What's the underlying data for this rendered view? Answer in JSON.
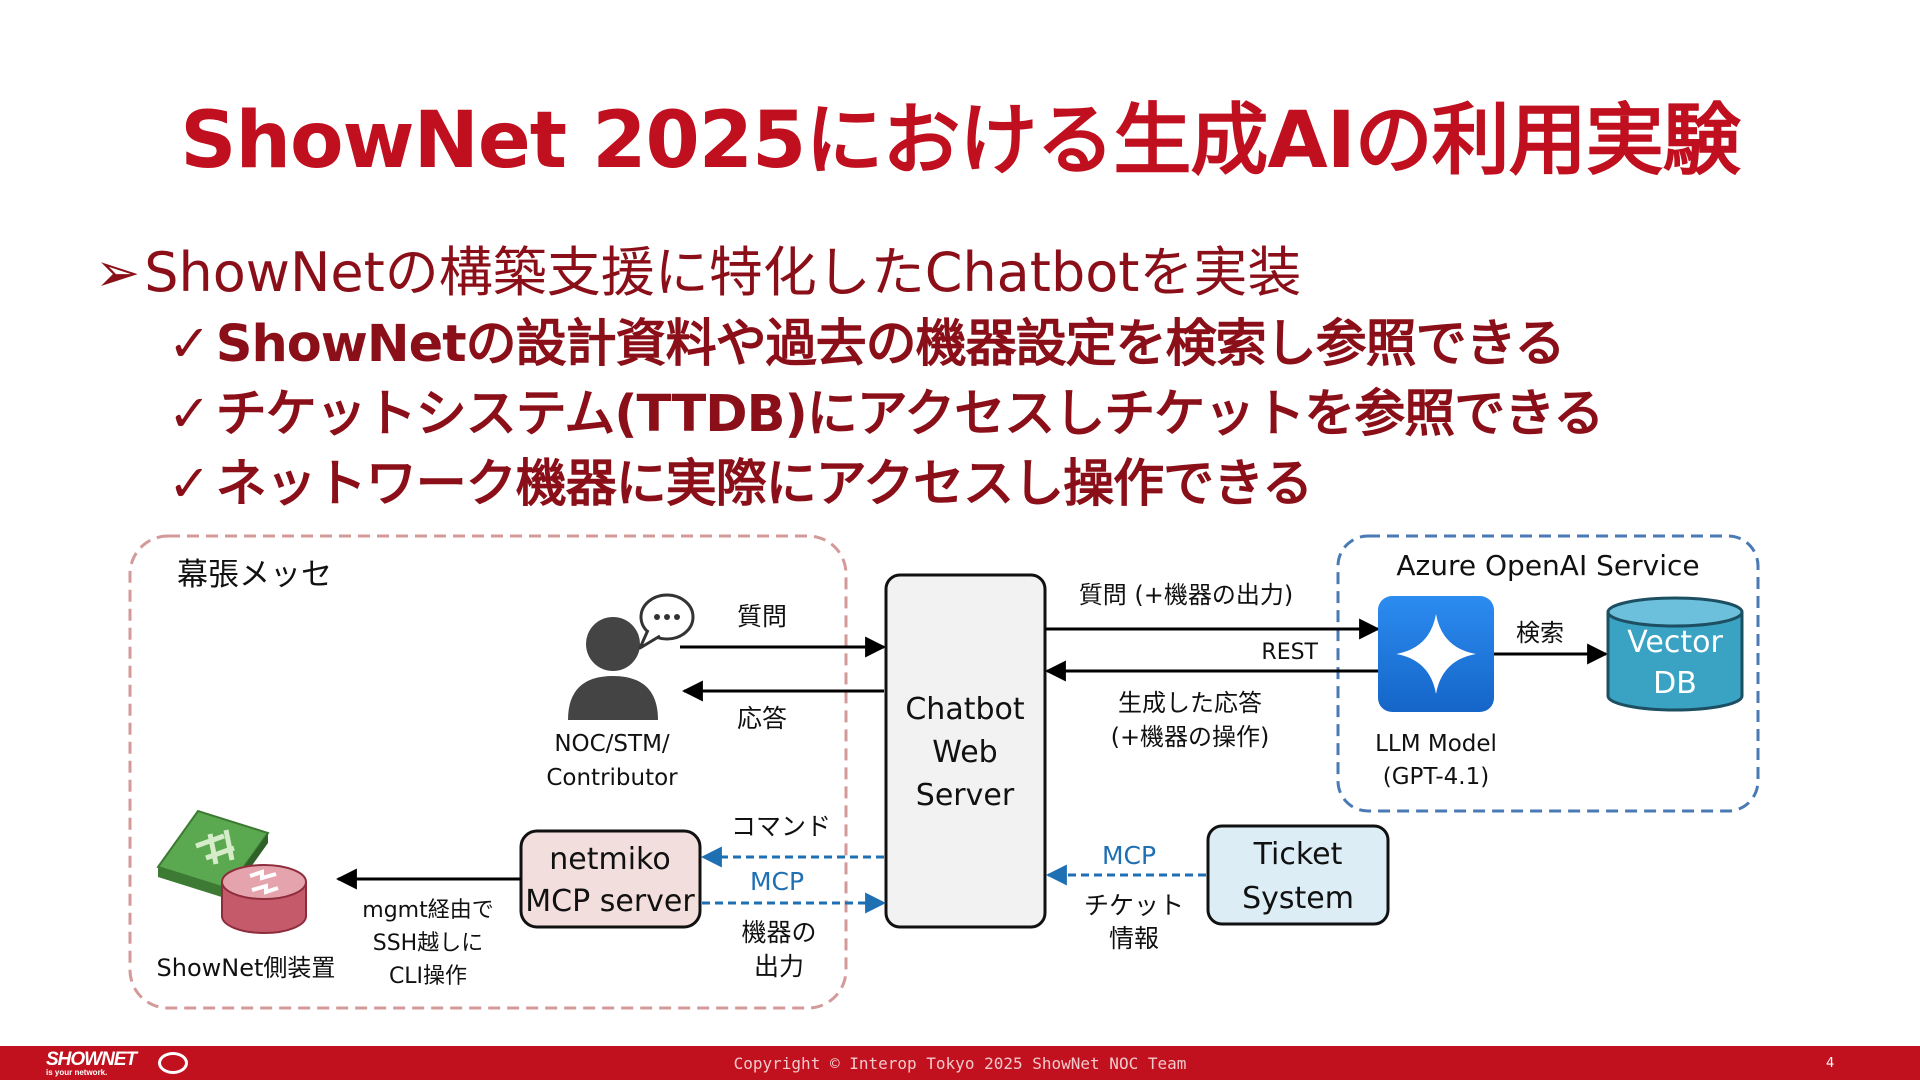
{
  "title": "ShowNet 2025における生成AIの利用実験",
  "bullet": "ShowNetの構築支援に特化したChatbotを実装",
  "bullet_marker": "➢",
  "check_marker": "✓",
  "subpoints": [
    "ShowNetの設計資料や過去の機器設定を検索し参照できる",
    "チケットシステム(TTDB)にアクセスしチケットを参照できる",
    "ネットワーク機器に実際にアクセスし操作できる"
  ],
  "diagram": {
    "makuhari_label": "幕張メッセ",
    "azure_label": "Azure OpenAI Service",
    "user_label_1": "NOC/STM/",
    "user_label_2": "Contributor",
    "question": "質問",
    "answer": "応答",
    "chatbot_lines": [
      "Chatbot",
      "Web",
      "Server"
    ],
    "to_llm_1": "質問 (+機器の出力)",
    "to_llm_2": "REST",
    "from_llm_1": "生成した応答",
    "from_llm_2": "(+機器の操作)",
    "llm_label_1": "LLM Model",
    "llm_label_2": "(GPT-4.1)",
    "search": "検索",
    "vector_db_1": "Vector",
    "vector_db_2": "DB",
    "command": "コマンド",
    "mcp_left": "MCP",
    "device_output_1": "機器の",
    "device_output_2": "出力",
    "netmiko_1": "netmiko",
    "netmiko_2": "MCP server",
    "mgmt_1": "mgmt経由で",
    "mgmt_2": "SSH越しに",
    "mgmt_3": "CLI操作",
    "device_label": "ShowNet側装置",
    "mcp_right": "MCP",
    "ticket_info_1": "チケット",
    "ticket_info_2": "情報",
    "ticket_1": "Ticket",
    "ticket_2": "System"
  },
  "footer": {
    "logo": "SHOWNET",
    "tagline": "is your network.",
    "copyright": "Copyright © Interop Tokyo 2025 ShowNet NOC Team",
    "page": "4"
  },
  "colors": {
    "title": "#c00f1e",
    "text_dark_red": "#8b0f18",
    "makuhari_border": "#d49a9a",
    "azure_border": "#4a7ab5",
    "mcp_blue": "#1f6fb3",
    "netmiko_fill": "#f3dede",
    "ticket_fill": "#dcedf5",
    "vector_db_fill": "#3aa2c2",
    "llm_fill": "#1f7fe0",
    "footer": "#c2111e"
  }
}
